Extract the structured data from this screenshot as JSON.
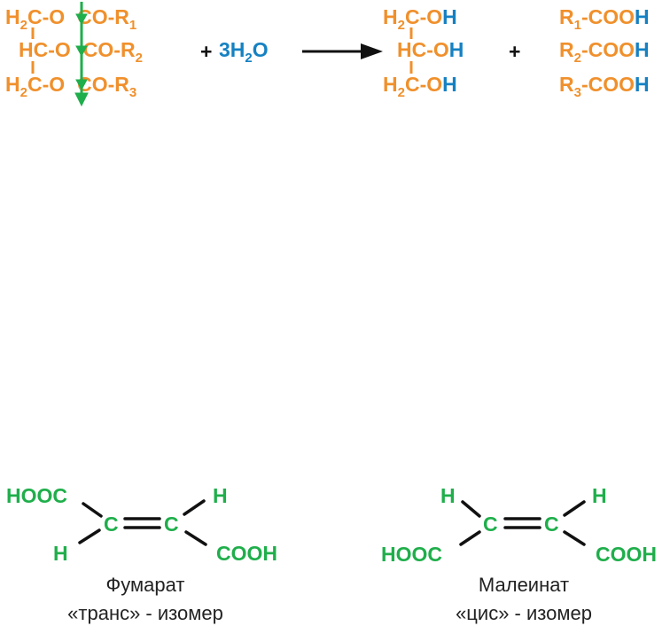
{
  "hydrolysis": {
    "triglyceride": [
      {
        "a": "H",
        "sub": "2",
        "b": "C-O",
        "c": "CO-R",
        "n": "1"
      },
      {
        "a": "HC",
        "sub": "",
        "b": "-O",
        "c": "CO-R",
        "n": "2"
      },
      {
        "a": "H",
        "sub": "2",
        "b": "C-O",
        "c": "CO-R",
        "n": "3"
      }
    ],
    "plus1": "+",
    "water": {
      "coef": "3H",
      "sub": "2",
      "tail": "O"
    },
    "plus2": "+",
    "glycerol": [
      {
        "a": "H",
        "sub": "2",
        "b": "C-O",
        "oh": "H"
      },
      {
        "a": "HC",
        "sub": "",
        "b": "-O",
        "oh": "H"
      },
      {
        "a": "H",
        "sub": "2",
        "b": "C-O",
        "oh": "H"
      }
    ],
    "acids": [
      {
        "r": "R",
        "n": "1",
        "co": "-COO",
        "h": "H"
      },
      {
        "r": "R",
        "n": "2",
        "co": "-COO",
        "h": "H"
      },
      {
        "r": "R",
        "n": "3",
        "co": "-COO",
        "h": "H"
      }
    ]
  },
  "fumarate": {
    "hooc": "HOOC",
    "h_top": "H",
    "c_left": "C",
    "c_right": "C",
    "h_bottom": "H",
    "cooh": "COOH",
    "name": "Фумарат",
    "isomer": "«транс» - изомер"
  },
  "maleate": {
    "h_left": "H",
    "h_right": "H",
    "c_left": "C",
    "c_right": "C",
    "hooc": "HOOC",
    "cooh": "COOH",
    "name": "Малеинат",
    "isomer": "«цис» - изомер"
  },
  "colors": {
    "orange": "#f0902c",
    "blue": "#1581c2",
    "green": "#1fae4b",
    "black": "#111111"
  }
}
